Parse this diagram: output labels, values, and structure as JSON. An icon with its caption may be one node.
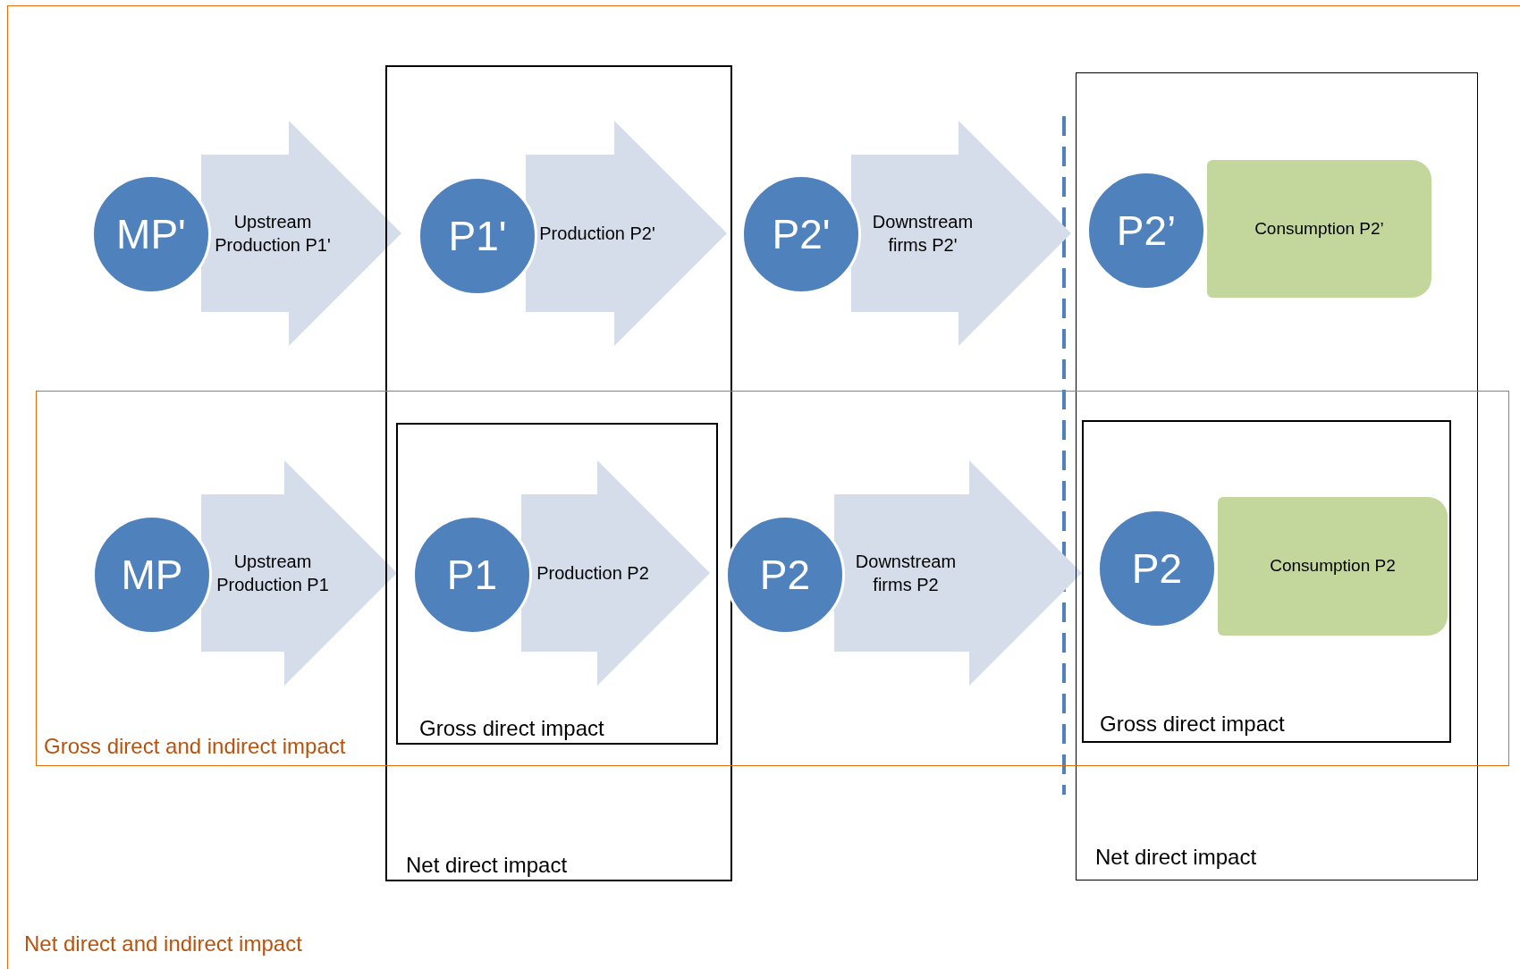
{
  "diagram": {
    "nodes": [
      {
        "text": [
          "Net direct and indirect impact"
        ]
      },
      {
        "text": [
          "Net direct impact"
        ],
        "in": 0
      },
      {
        "text": [
          "Net direct impact"
        ],
        "in": 0
      },
      {
        "text": [
          "Gross direct and indirect impact"
        ],
        "in": 0
      },
      {
        "text": [
          "Gross direct impact"
        ]
      },
      {
        "text": [
          "Gross direct impact"
        ]
      },
      {
        "text": [
          "MP'"
        ],
        "in": 0
      },
      {
        "text": [
          "P1'"
        ],
        "in": 1
      },
      {
        "text": [
          "P2'"
        ],
        "in": 0
      },
      {
        "text": [
          "P2’"
        ],
        "in": 2
      },
      {
        "text": [
          "Consumption P2’"
        ],
        "in": 2
      },
      {
        "text": [
          "MP"
        ],
        "in": 3
      },
      {
        "text": [
          "P1"
        ],
        "in": 4
      },
      {
        "text": [
          "P2"
        ],
        "in": 3
      },
      {
        "text": [
          "P2"
        ],
        "in": 5
      },
      {
        "text": [
          "Consumption P2"
        ],
        "in": 5
      }
    ],
    "edges": [
      {
        "from": 6,
        "to": 7,
        "arrow": "to",
        "label": "Upstream Production P1'",
        "style": "thick"
      },
      {
        "from": 7,
        "to": 8,
        "arrow": "to",
        "label": "Production P2'",
        "style": "thick"
      },
      {
        "from": 8,
        "to": 9,
        "arrow": "to",
        "label": "Downstream firms P2'",
        "style": "thick"
      },
      {
        "from": 11,
        "to": 12,
        "arrow": "to",
        "label": "Upstream Production P1",
        "style": "thick"
      },
      {
        "from": 12,
        "to": 13,
        "arrow": "to",
        "label": "Production P2",
        "style": "thick"
      },
      {
        "from": 13,
        "to": 14,
        "arrow": "to",
        "label": "Downstream firms P2",
        "style": "thick"
      }
    ]
  }
}
